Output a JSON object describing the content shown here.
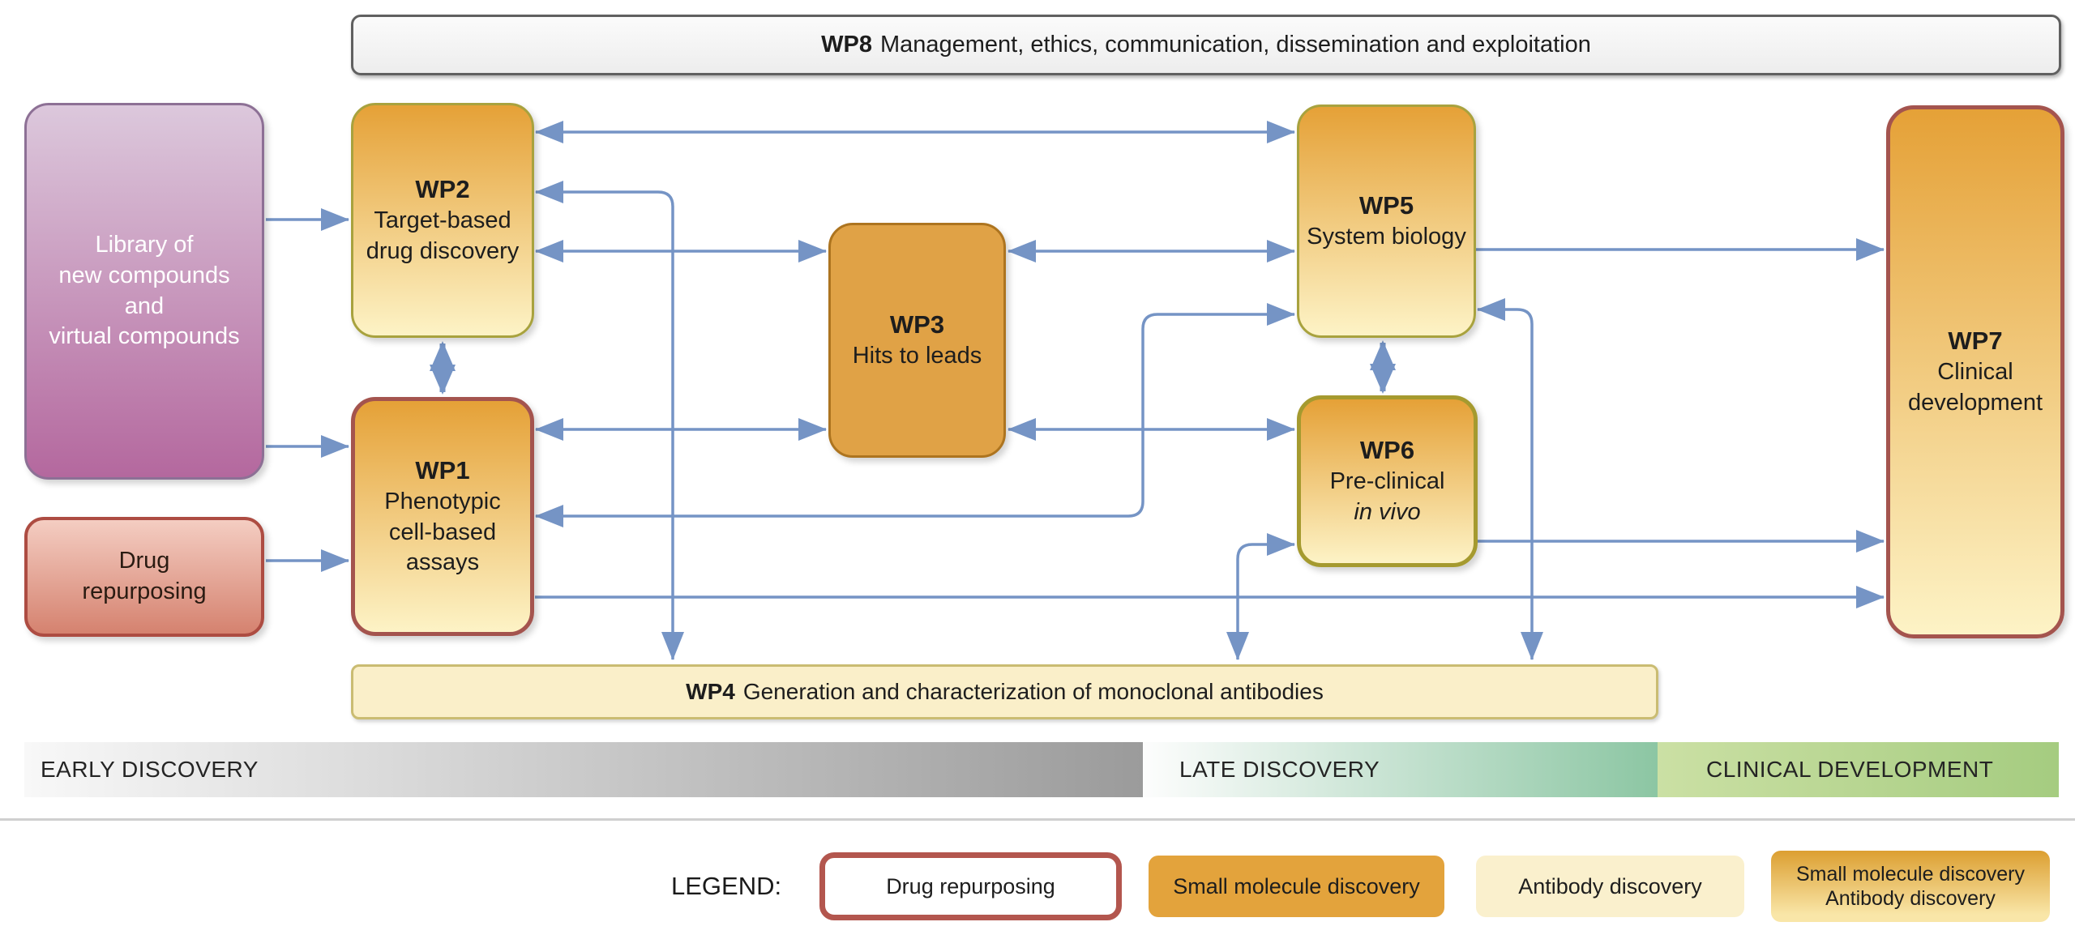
{
  "colors": {
    "arrow": "#7594c5",
    "orange-top": "#e5a137",
    "orange-bottom": "#fdf3c6",
    "wp3-fill": "#e0a246",
    "wp3-border": "#ad741f",
    "olive-border": "#a8a23e",
    "olive-border-dark": "#a59a2f",
    "red-border": "#a4544e",
    "purple-border": "#8d7095",
    "purple-top": "#dcc8dc",
    "purple-bottom": "#b4689e",
    "drug-border": "#ad4c42",
    "drug-top": "#f4cdc2",
    "drug-bottom": "#d5826f",
    "wp8-fill": "#f4f4f4",
    "wp8-border": "#606060",
    "wp4-fill": "#faefc9",
    "wp4-border": "#cabc72",
    "early-start": "#f8f8f8",
    "early-end": "#9b9b9b",
    "late-start": "#fdfdfd",
    "late-end": "#8cc6a3",
    "clinical-start": "#cbe0a4",
    "clinical-end": "#a5cc80",
    "legend-orange": "#e3a33c",
    "legend-cream": "#faf0cd",
    "text-dark": "#1d1d1d"
  },
  "nodes": {
    "wp8": {
      "id": "WP8",
      "rest": "Management, ethics, communication, dissemination and exploitation"
    },
    "library": {
      "lines": [
        "Library of",
        "new compounds",
        "and",
        "virtual compounds"
      ]
    },
    "drug": {
      "lines": [
        "Drug",
        "repurposing"
      ]
    },
    "wp2": {
      "id": "WP2",
      "lines": [
        "Target-based",
        "drug discovery"
      ]
    },
    "wp1": {
      "id": "WP1",
      "lines": [
        "Phenotypic",
        "cell-based",
        "assays"
      ]
    },
    "wp3": {
      "id": "WP3",
      "lines": [
        "Hits to leads"
      ]
    },
    "wp5": {
      "id": "WP5",
      "lines": [
        "System biology"
      ]
    },
    "wp6": {
      "id": "WP6",
      "line1": "Pre-clinical",
      "line2": "in vivo"
    },
    "wp7": {
      "id": "WP7",
      "lines": [
        "Clinical",
        "development"
      ]
    },
    "wp4": {
      "id": "WP4",
      "rest": "Generation and characterization of monoclonal antibodies"
    }
  },
  "edges": [
    {
      "from": "library",
      "to": "wp2",
      "type": "one-way"
    },
    {
      "from": "library",
      "to": "wp1",
      "type": "one-way"
    },
    {
      "from": "drug-repurposing",
      "to": "wp1",
      "type": "one-way"
    },
    {
      "from": "wp2",
      "to": "wp1",
      "type": "two-way"
    },
    {
      "from": "wp2",
      "to": "wp5",
      "type": "two-way"
    },
    {
      "from": "wp2",
      "to": "wp3",
      "type": "two-way"
    },
    {
      "from": "wp3",
      "to": "wp5",
      "type": "two-way"
    },
    {
      "from": "wp1",
      "to": "wp3",
      "type": "two-way"
    },
    {
      "from": "wp3",
      "to": "wp6",
      "type": "two-way"
    },
    {
      "from": "wp5",
      "to": "wp6",
      "type": "two-way"
    },
    {
      "from": "wp2",
      "to": "wp4",
      "type": "two-way"
    },
    {
      "from": "wp1",
      "to": "wp5",
      "type": "two-way"
    },
    {
      "from": "wp6",
      "to": "wp4",
      "type": "two-way"
    },
    {
      "from": "wp5",
      "to": "wp4",
      "type": "two-way"
    },
    {
      "from": "wp5",
      "to": "wp7",
      "type": "one-way"
    },
    {
      "from": "wp6",
      "to": "wp7",
      "type": "one-way"
    },
    {
      "from": "wp1",
      "to": "wp7",
      "type": "one-way"
    }
  ],
  "phases": [
    {
      "label": "EARLY DISCOVERY"
    },
    {
      "label": "LATE DISCOVERY"
    },
    {
      "label": "CLINICAL DEVELOPMENT"
    }
  ],
  "legend": {
    "label": "LEGEND:",
    "items": [
      {
        "style": "drug-repurposing",
        "lines": [
          "Drug repurposing"
        ]
      },
      {
        "style": "small-molecule",
        "lines": [
          "Small molecule discovery"
        ]
      },
      {
        "style": "antibody",
        "lines": [
          "Antibody discovery"
        ]
      },
      {
        "style": "small-molecule-and-antibody",
        "lines": [
          "Small molecule discovery",
          "Antibody discovery"
        ]
      }
    ]
  }
}
